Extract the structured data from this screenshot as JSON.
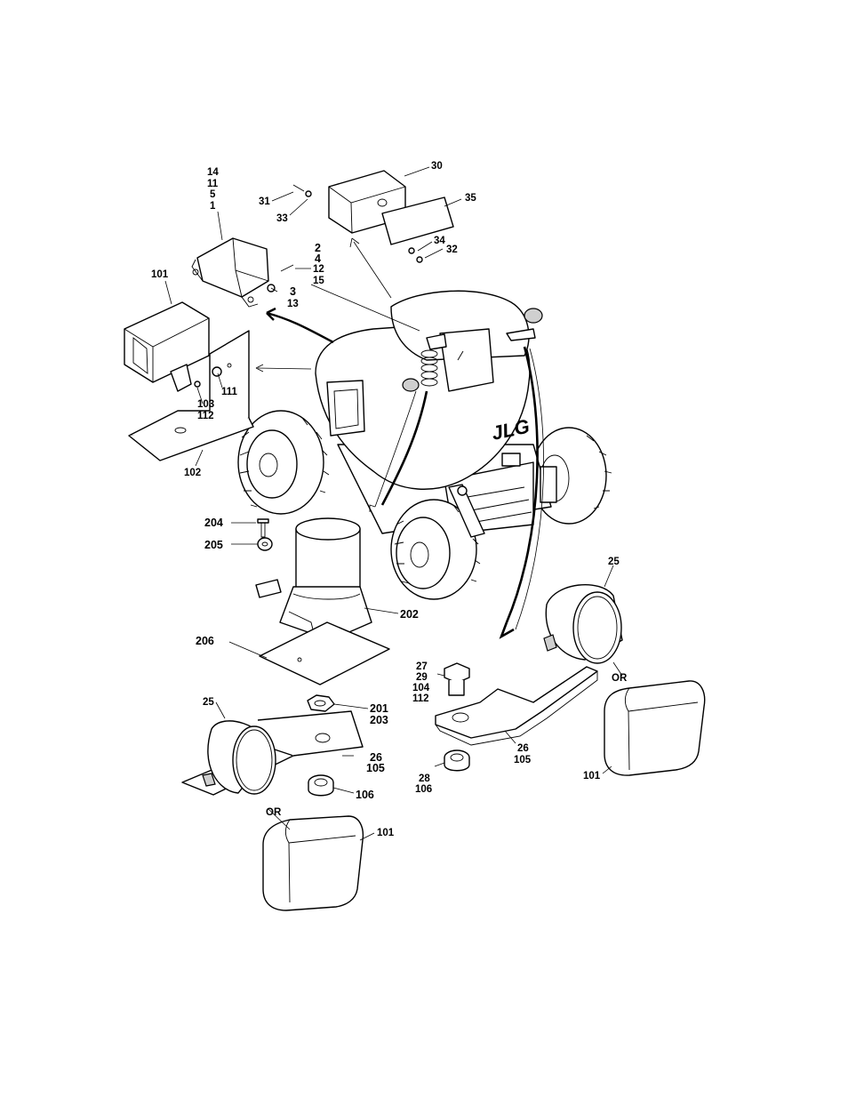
{
  "callouts": {
    "c14": "14",
    "c11": "11",
    "c5": "5",
    "c1": "1",
    "c31": "31",
    "c33": "33",
    "c30": "30",
    "c35": "35",
    "c34": "34",
    "c32": "32",
    "c2": "2",
    "c4": "4",
    "c12": "12",
    "c15": "15",
    "c3": "3",
    "c13": "13",
    "c101_tl": "101",
    "c111": "111",
    "c103": "103",
    "c112_l": "112",
    "c102": "102",
    "c204": "204",
    "c205": "205",
    "c202": "202",
    "c206": "206",
    "c201": "201",
    "c203": "203",
    "c25_l": "25",
    "c26_l": "26",
    "c105_l": "105",
    "c106_l": "106",
    "or_l": "OR",
    "c101_bl": "101",
    "c27": "27",
    "c29": "29",
    "c104": "104",
    "c112_r": "112",
    "c28": "28",
    "c106_r": "106",
    "c26_r": "26",
    "c105_r": "105",
    "c25_r": "25",
    "or_r": "OR",
    "c101_r": "101"
  },
  "brand_logo": "JLG"
}
